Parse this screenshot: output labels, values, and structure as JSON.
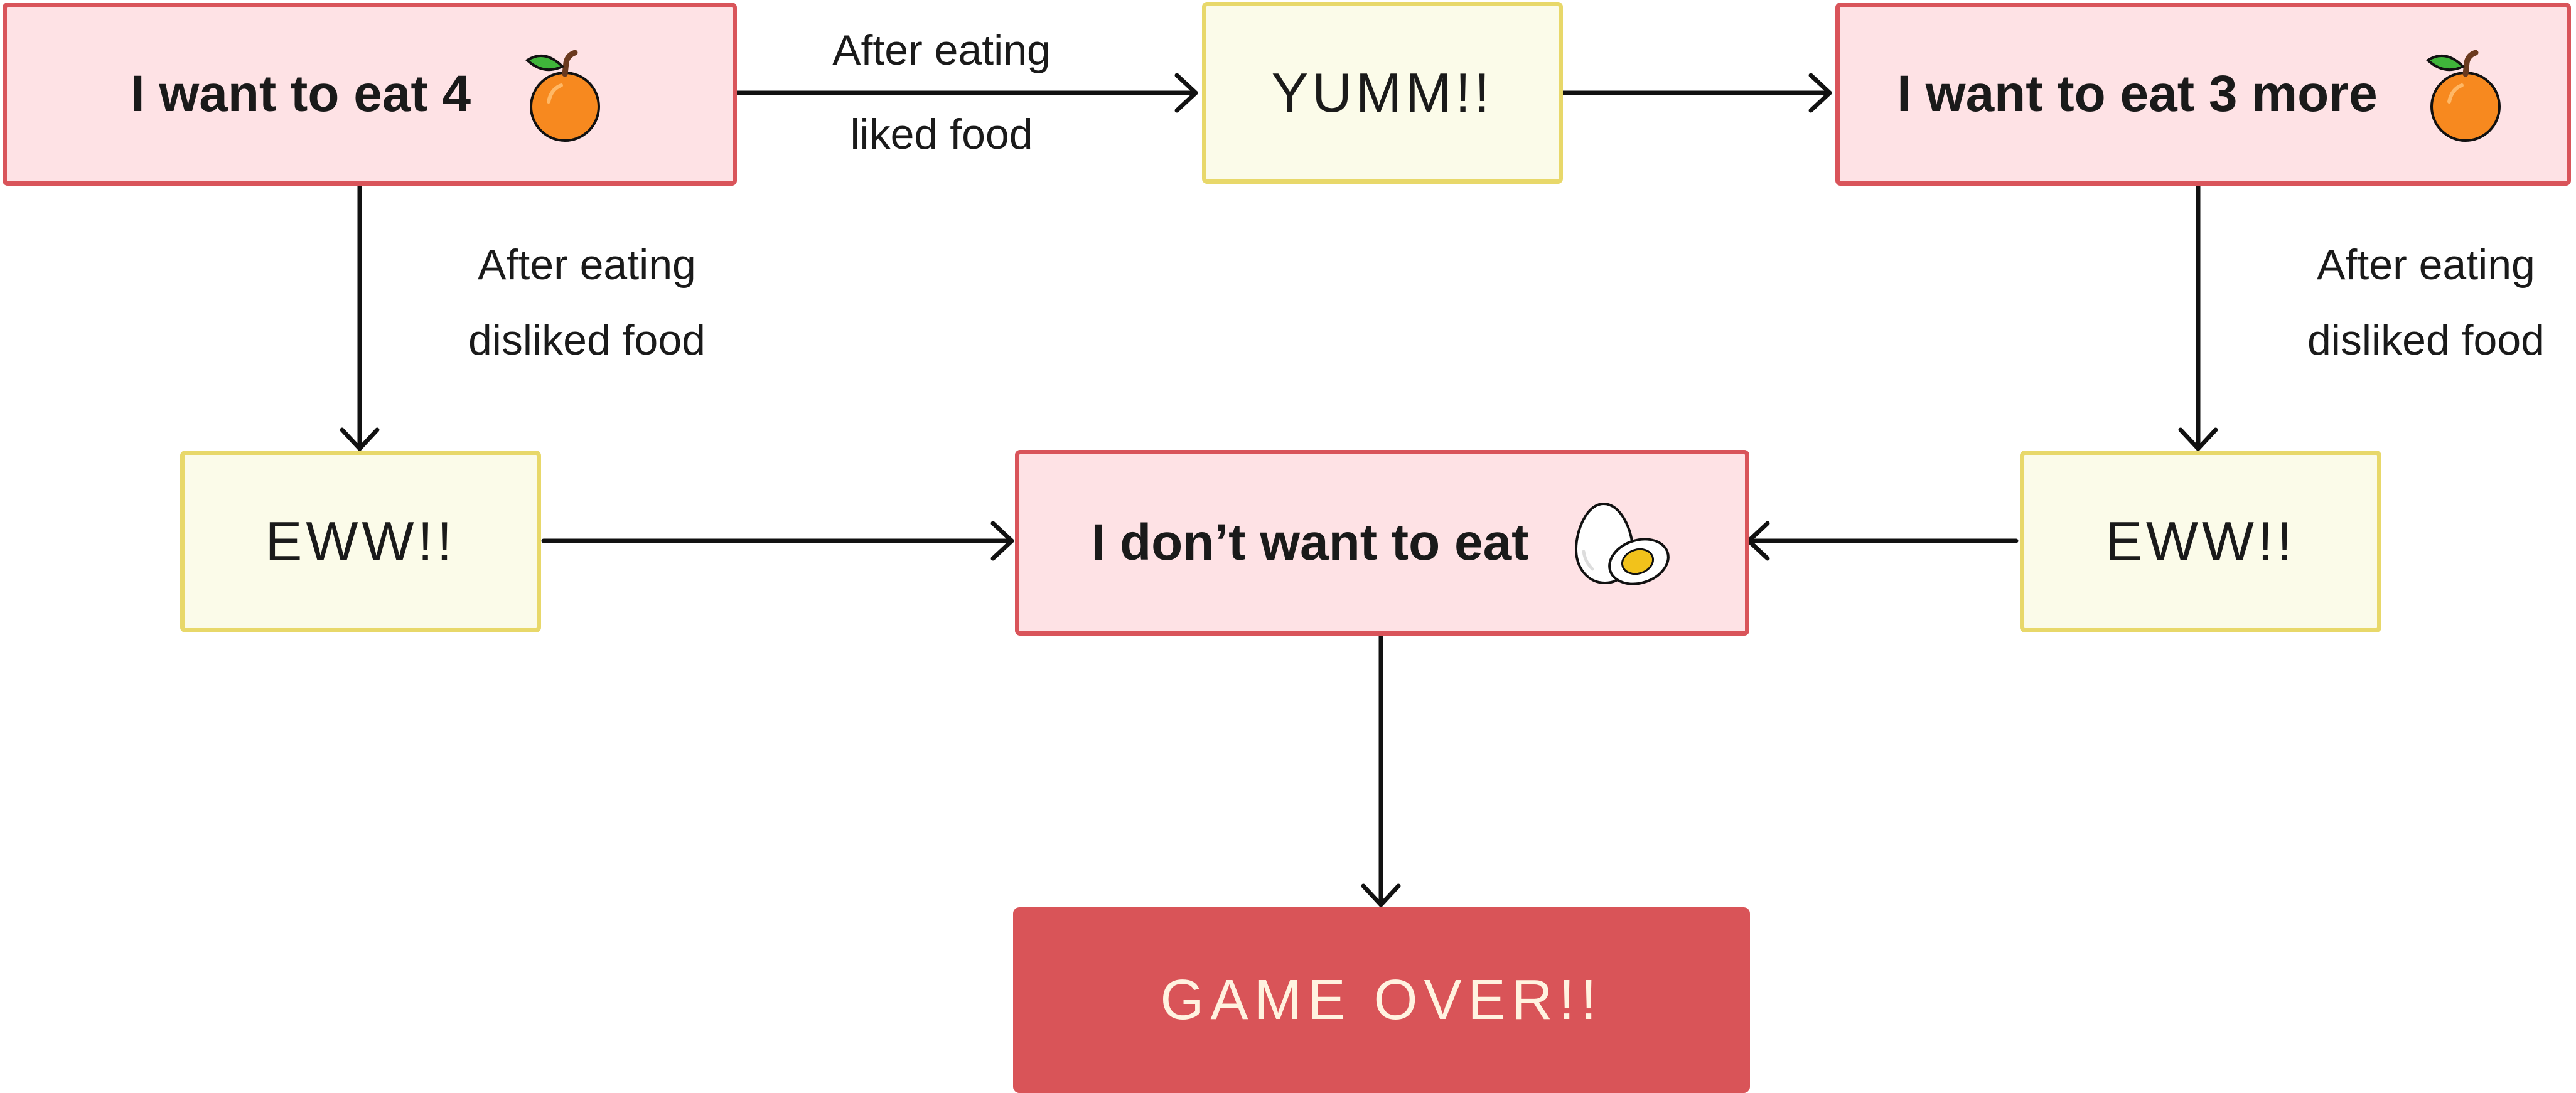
{
  "nodes": {
    "want_four": "I want to eat 4",
    "yumm": "YUMM!!",
    "want_three_more": "I want to eat 3 more",
    "eww_left": "EWW!!",
    "dont_want": "I don’t want to eat",
    "eww_right": "EWW!!",
    "game_over": "GAME OVER!!"
  },
  "edge_labels": {
    "liked": [
      "After eating",
      "liked food"
    ],
    "disliked_left": [
      "After eating",
      "disliked food"
    ],
    "disliked_right": [
      "After eating",
      "disliked food"
    ]
  },
  "icons": {
    "food_liked": "orange-icon",
    "food_disliked": "boiled-egg-icon"
  },
  "colors": {
    "state_fill": "#fee2e5",
    "state_border": "#d9545a",
    "reaction_fill": "#fbfbe9",
    "reaction_border": "#e8d86a",
    "game_over_fill": "#d95458",
    "game_over_text": "#fff3e0",
    "orange": "#f7891f",
    "leaf": "#3fb53a",
    "egg_yolk": "#f2c21b"
  }
}
